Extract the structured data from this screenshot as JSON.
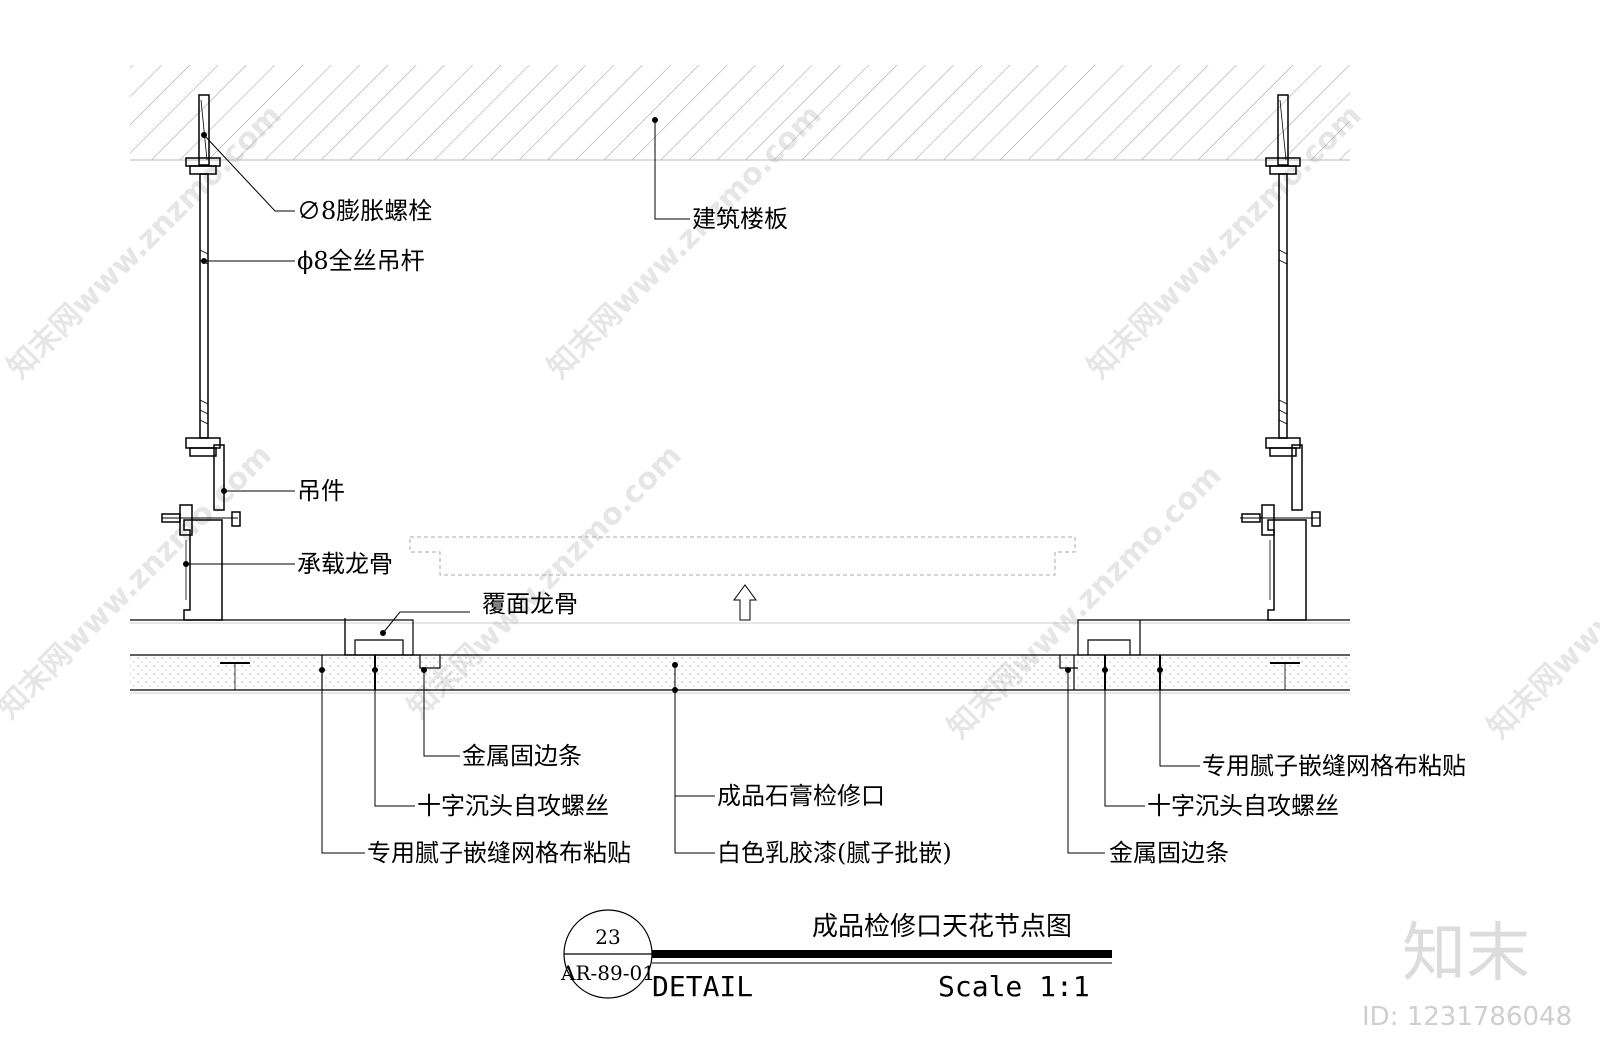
{
  "labels": {
    "expansion_bolt": "∅8膨胀螺栓",
    "floor_slab": "建筑楼板",
    "threaded_rod": "ϕ8全丝吊杆",
    "hanger": "吊件",
    "main_keel": "承载龙骨",
    "cover_keel": "覆面龙骨",
    "metal_edge_left": "金属固边条",
    "screw_left": "十字沉头自攻螺丝",
    "tape_left": "专用腻子嵌缝网格布粘贴",
    "access_panel": "成品石膏检修口",
    "latex_paint": "白色乳胶漆(腻子批嵌)",
    "tape_right": "专用腻子嵌缝网格布粘贴",
    "screw_right": "十字沉头自攻螺丝",
    "metal_edge_right": "金属固边条"
  },
  "title_block": {
    "drawing_title": "成品检修口天花节点图",
    "detail_number": "23",
    "sheet_ref": "AR-89-01",
    "detail_word": "DETAIL",
    "scale": "Scale 1:1"
  },
  "watermark": {
    "text": "知末网www.znzmo.com",
    "brand": "知末",
    "id": "ID: 1231786048"
  }
}
